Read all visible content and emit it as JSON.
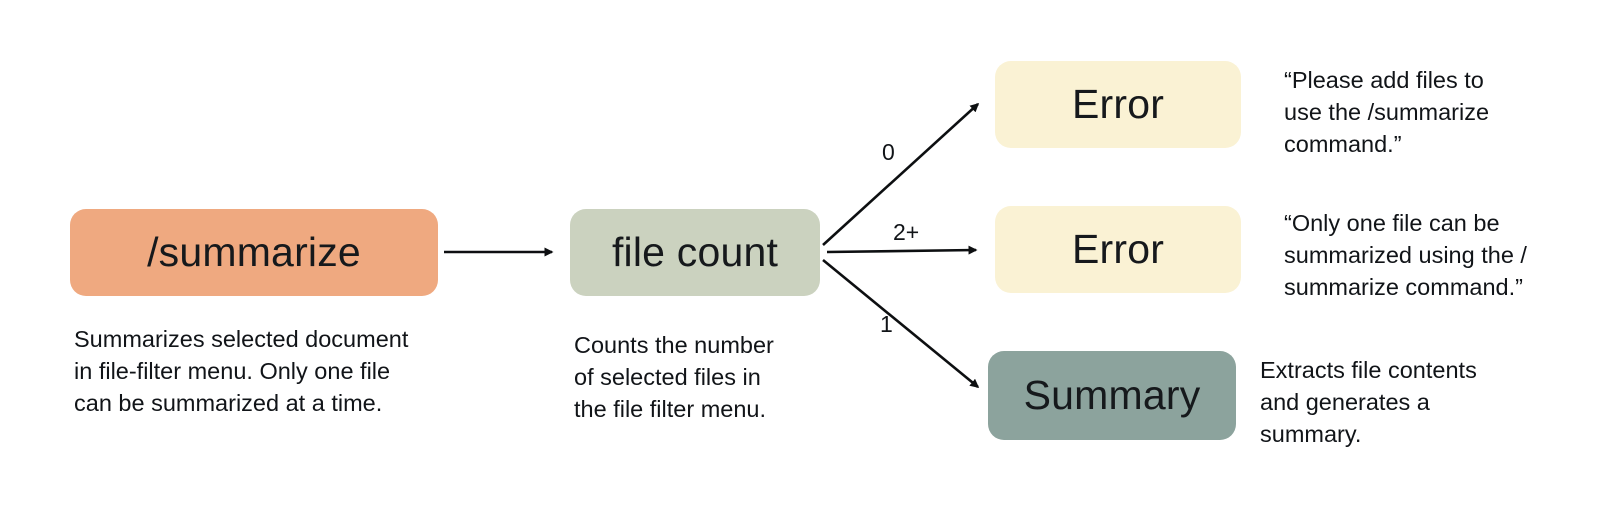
{
  "colors": {
    "summarize_node": "#EFA980",
    "file_count_node": "#CBD2BF",
    "error_node": "#FAF2D4",
    "summary_node": "#8CA39D"
  },
  "nodes": {
    "summarize": {
      "label": "/summarize",
      "caption": "Summarizes selected document\nin file-filter menu. Only one file\ncan be summarized at a time."
    },
    "file_count": {
      "label": "file count",
      "caption": "Counts the number\nof selected files in\nthe file filter menu."
    },
    "error_zero": {
      "label": "Error",
      "caption": "“Please add files to\nuse the /summarize\ncommand.”"
    },
    "error_multi": {
      "label": "Error",
      "caption": "“Only one file can be\nsummarized using the /\nsummarize command.”"
    },
    "summary": {
      "label": "Summary",
      "caption": "Extracts file contents\nand generates a\nsummary."
    }
  },
  "edges": {
    "zero": {
      "label": "0"
    },
    "two_plus": {
      "label": "2+"
    },
    "one": {
      "label": "1"
    }
  }
}
